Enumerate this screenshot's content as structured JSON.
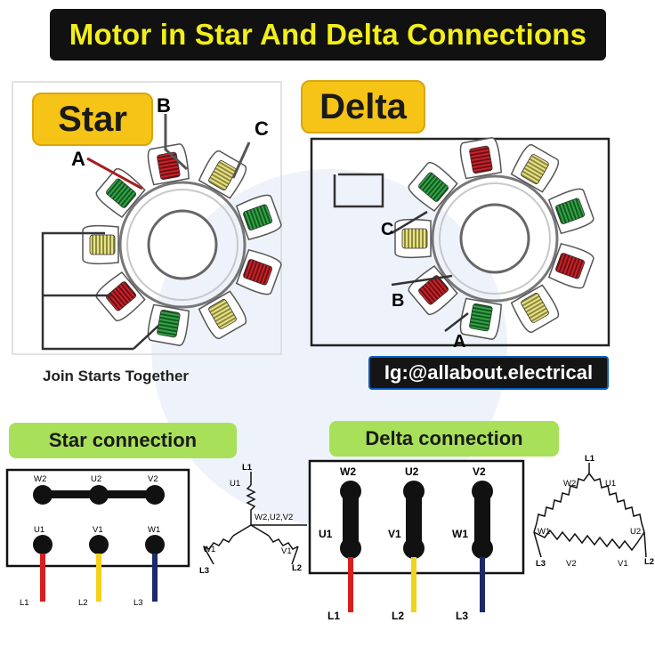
{
  "title": "Motor in Star And Delta Connections",
  "star_section": {
    "badge": "Star",
    "phase_a": "A",
    "phase_b": "B",
    "phase_c": "C",
    "caption": "Join Starts Together"
  },
  "delta_section": {
    "badge": "Delta",
    "phase_a": "A",
    "phase_b": "B",
    "phase_c": "C",
    "watermark": "Ig:@allabout.electrical"
  },
  "star_connection": {
    "label": "Star connection",
    "top_terminals": [
      "W2",
      "U2",
      "V2"
    ],
    "bottom_terminals": [
      "U1",
      "V1",
      "W1"
    ],
    "lines": [
      "L1",
      "L2",
      "L3"
    ],
    "schematic": {
      "l1": "L1",
      "l2": "L2",
      "l3": "L3",
      "u1": "U1",
      "v1": "V1",
      "w1": "W1",
      "neutral": "W2,U2,V2"
    }
  },
  "delta_connection": {
    "label": "Delta connection",
    "top_terminals": [
      "W2",
      "U2",
      "V2"
    ],
    "side_labels": [
      "U1",
      "V1",
      "W1"
    ],
    "lines": [
      "L1",
      "L2",
      "L3"
    ],
    "schematic": {
      "l1": "L1",
      "l2": "L2",
      "l3": "L3",
      "w2": "W2",
      "u1": "U1",
      "w1": "W1",
      "u2": "U2",
      "v2": "V2",
      "v1": "V1"
    }
  },
  "colors": {
    "title_bg": "#111111",
    "title_text": "#f2ee1a",
    "badge_yellow": "#f6c417",
    "badge_green": "#a8e05a",
    "phase_red": "#d81e1e",
    "phase_yellow": "#f3d21a",
    "phase_blue": "#1c2a6b"
  }
}
